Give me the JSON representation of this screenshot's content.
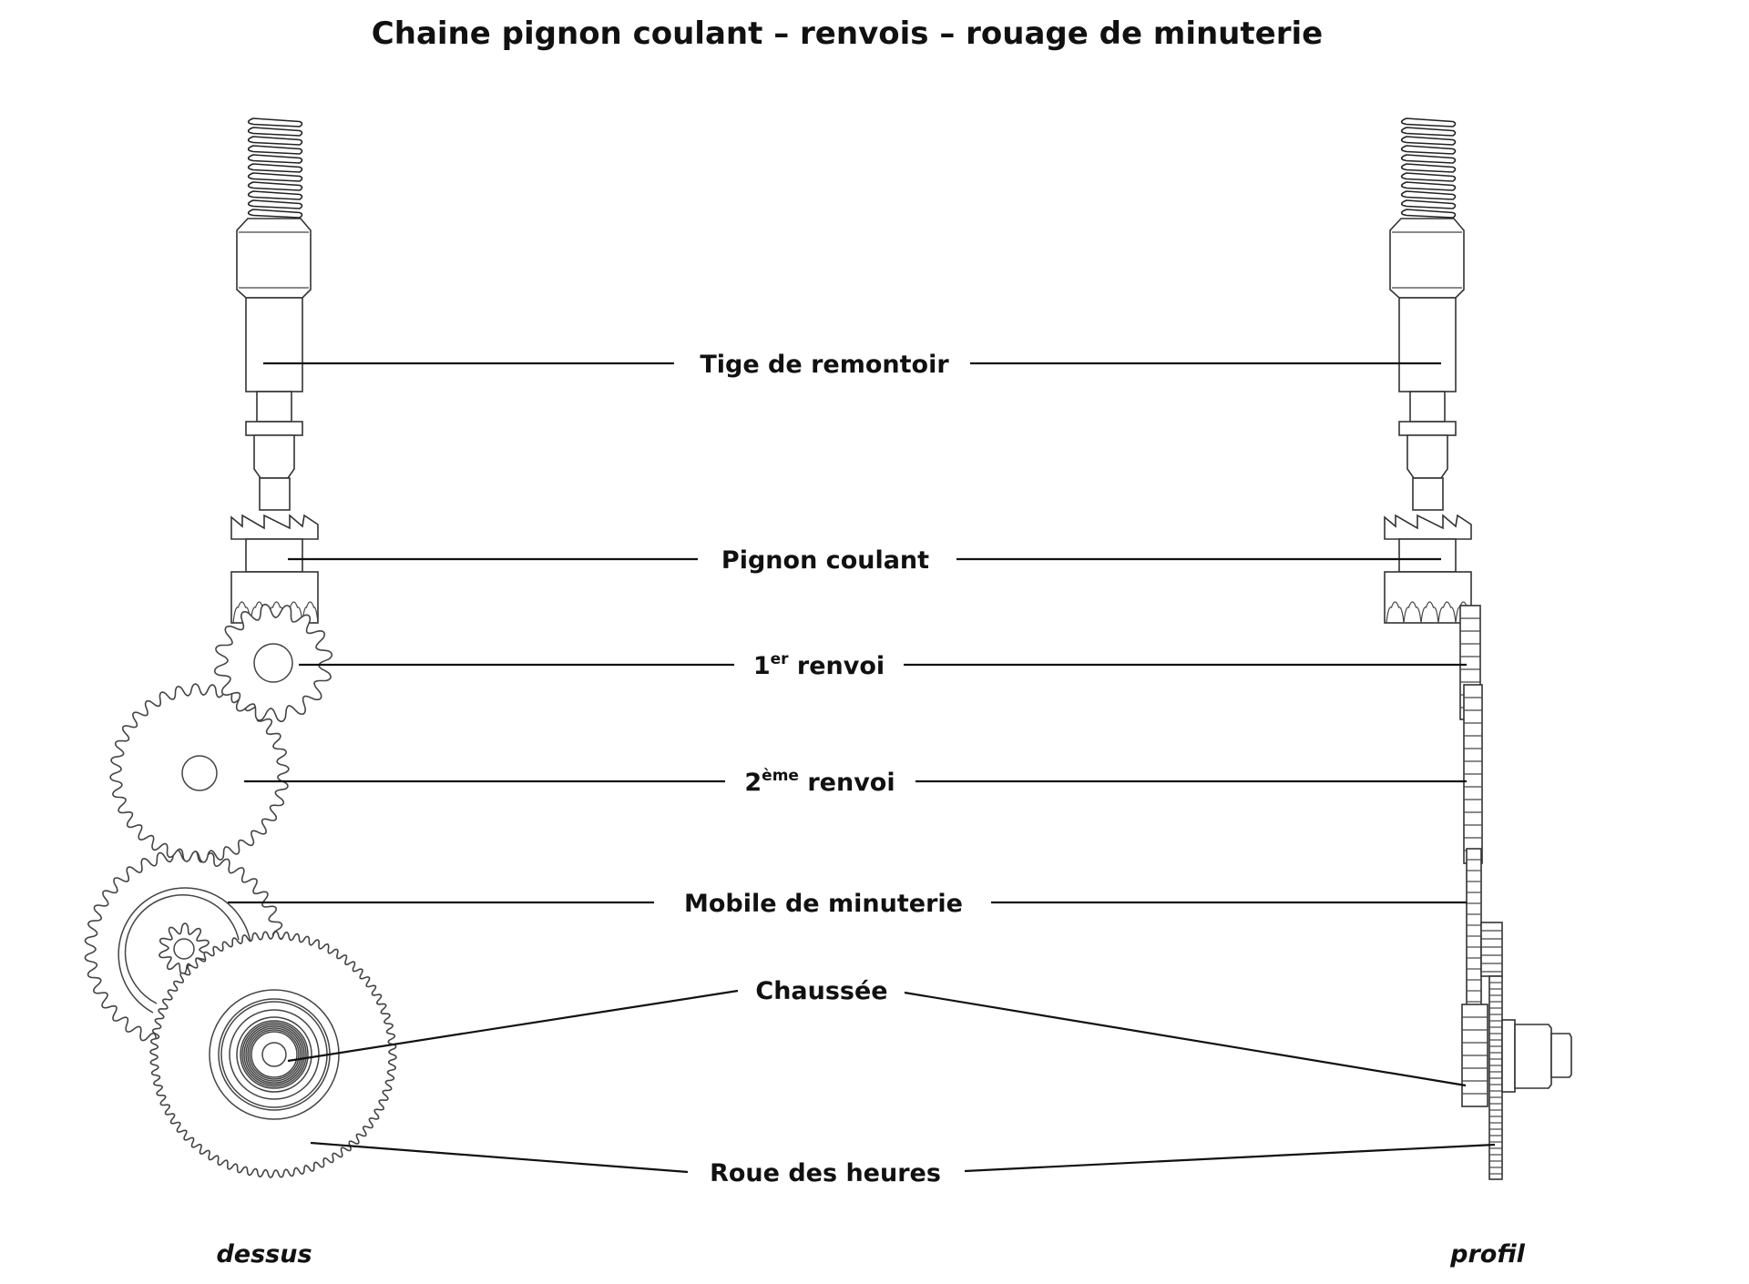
{
  "title": "Chaine pignon coulant – renvois – rouage de minuterie",
  "labels": {
    "tige": "Tige de remontoir",
    "pignon": "Pignon coulant",
    "renvoi1_num": "1",
    "renvoi1_sup": "er",
    "renvoi1_word": " renvoi",
    "renvoi2_num": "2",
    "renvoi2_sup": "ème",
    "renvoi2_word": " renvoi",
    "mobile": "Mobile de minuterie",
    "chaussee": "Chaussée",
    "roue": "Roue des heures"
  },
  "views": {
    "top": "dessus",
    "side": "profil"
  },
  "parts": {
    "renvoi1_teeth": 16,
    "renvoi2_teeth": 32,
    "mobile_wheel_teeth": 36,
    "mobile_pinion_teeth": 10,
    "roue_heures_teeth": 72
  },
  "colors": {
    "ink": "#111111",
    "line": "#444444",
    "background": "#ffffff"
  }
}
